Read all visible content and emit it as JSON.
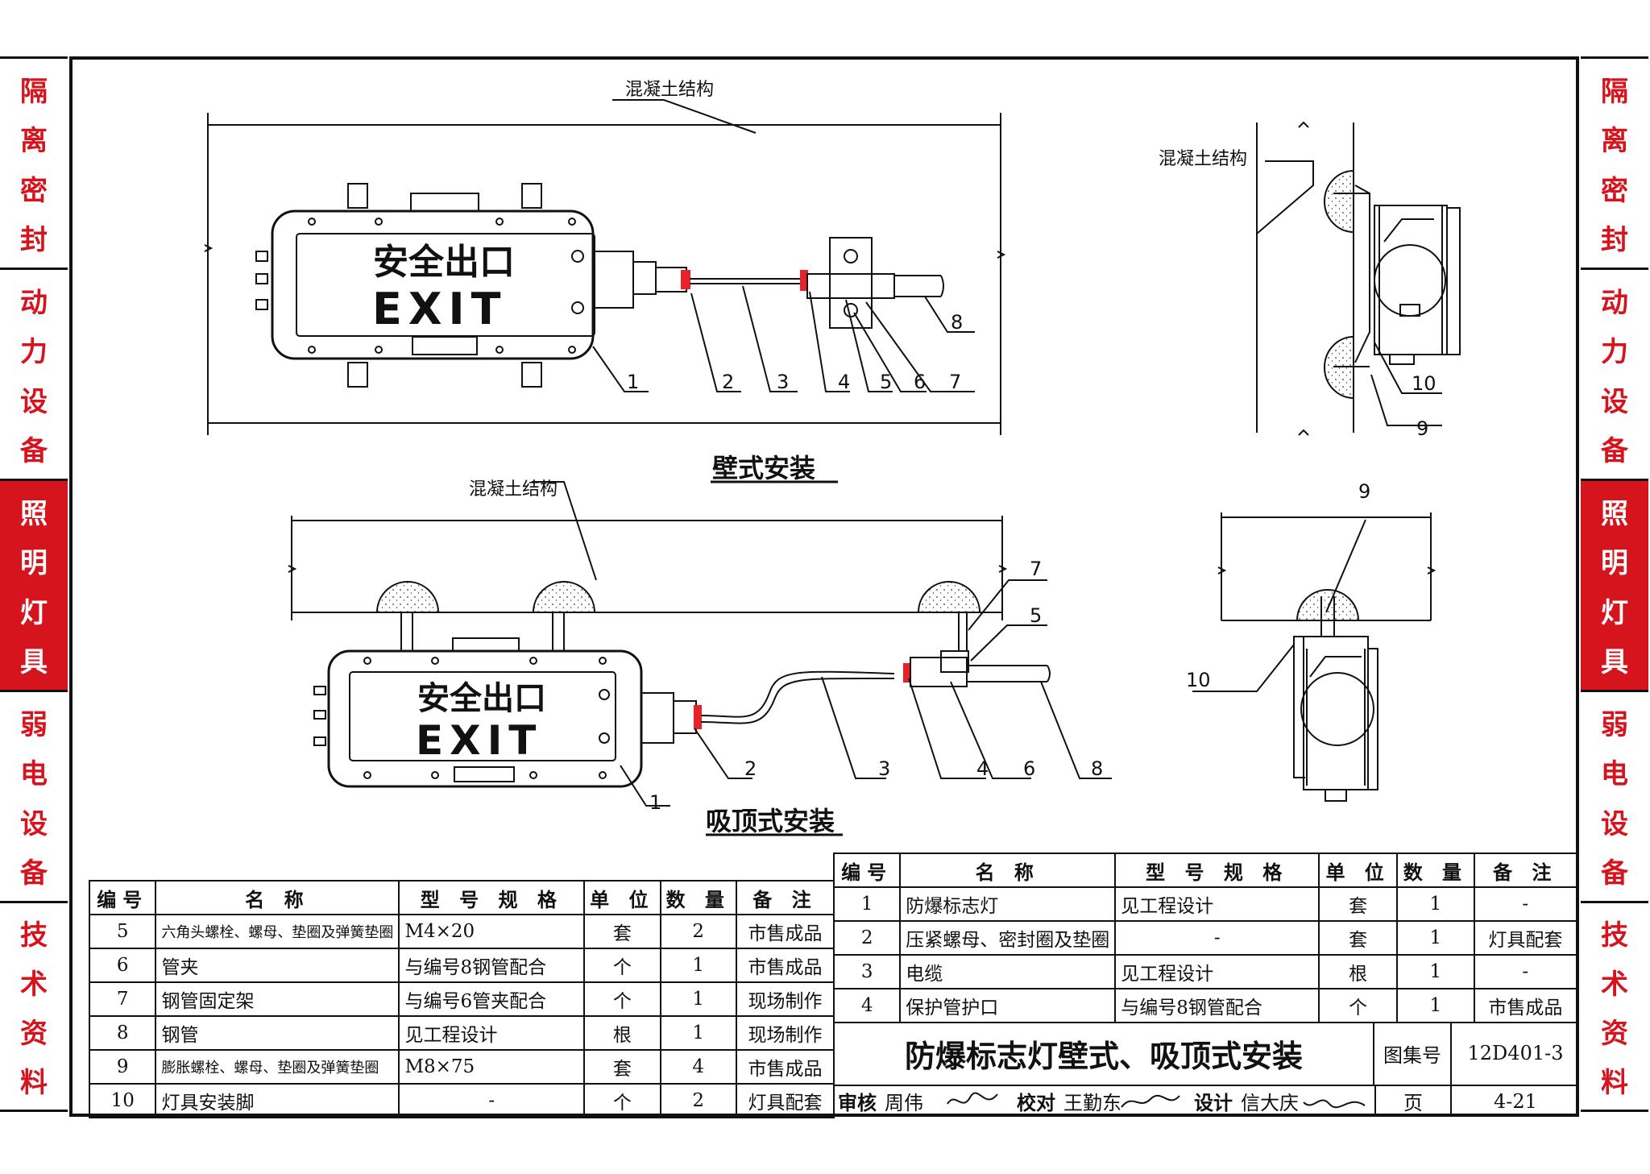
{
  "sidebar": {
    "sections": [
      {
        "label": "隔离密封",
        "chars": [
          "隔",
          "离",
          "密",
          "封"
        ],
        "active": false
      },
      {
        "label": "动力设备",
        "chars": [
          "动",
          "力",
          "设",
          "备"
        ],
        "active": false
      },
      {
        "label": "照明灯具",
        "chars": [
          "照",
          "明",
          "灯",
          "具"
        ],
        "active": true
      },
      {
        "label": "弱电设备",
        "chars": [
          "弱",
          "电",
          "设",
          "备"
        ],
        "active": false
      },
      {
        "label": "技术资料",
        "chars": [
          "技",
          "术",
          "资",
          "料"
        ],
        "active": false
      }
    ],
    "accent_color": "#d6141e"
  },
  "drawing": {
    "concrete_label": "混凝土结构",
    "sign_line1": "安全出口",
    "sign_line2": "EXIT",
    "wall_caption": "壁式安装",
    "ceiling_caption": "吸顶式安装",
    "callouts": {
      "n1": "1",
      "n2": "2",
      "n3": "3",
      "n4": "4",
      "n5": "5",
      "n6": "6",
      "n7": "7",
      "n8": "8",
      "n9": "9",
      "n10": "10"
    }
  },
  "parts_table_left": {
    "headers": [
      "编号",
      "名 称",
      "型 号 规 格",
      "单 位",
      "数 量",
      "备 注"
    ],
    "rows": [
      [
        "5",
        "六角头螺栓、螺母、垫圈及弹簧垫圈",
        "M4×20",
        "套",
        "2",
        "市售成品"
      ],
      [
        "6",
        "管夹",
        "与编号8钢管配合",
        "个",
        "1",
        "市售成品"
      ],
      [
        "7",
        "钢管固定架",
        "与编号6管夹配合",
        "个",
        "1",
        "现场制作"
      ],
      [
        "8",
        "钢管",
        "见工程设计",
        "根",
        "1",
        "现场制作"
      ],
      [
        "9",
        "膨胀螺栓、螺母、垫圈及弹簧垫圈",
        "M8×75",
        "套",
        "4",
        "市售成品"
      ],
      [
        "10",
        "灯具安装脚",
        "-",
        "个",
        "2",
        "灯具配套"
      ]
    ]
  },
  "parts_table_right": {
    "headers": [
      "编号",
      "名 称",
      "型 号 规 格",
      "单 位",
      "数 量",
      "备 注"
    ],
    "rows": [
      [
        "1",
        "防爆标志灯",
        "见工程设计",
        "套",
        "1",
        "-"
      ],
      [
        "2",
        "压紧螺母、密封圈及垫圈",
        "-",
        "套",
        "1",
        "灯具配套"
      ],
      [
        "3",
        "电缆",
        "见工程设计",
        "根",
        "1",
        "-"
      ],
      [
        "4",
        "保护管护口",
        "与编号8钢管配合",
        "个",
        "1",
        "市售成品"
      ]
    ]
  },
  "title_block": {
    "title": "防爆标志灯壁式、吸顶式安装",
    "atlas_label": "图集号",
    "atlas_no": "12D401-3",
    "page_label": "页",
    "page_no": "4-21",
    "review_label": "审核",
    "reviewer": "周伟",
    "check_label": "校对",
    "checker": "王勤东",
    "design_label": "设计",
    "designer": "信大庆"
  }
}
